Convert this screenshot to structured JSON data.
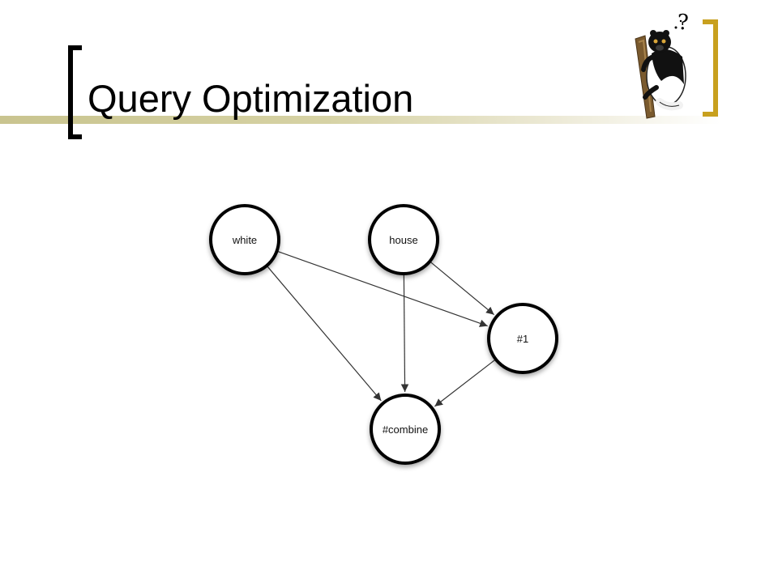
{
  "slide": {
    "title": "Query Optimization"
  },
  "logo": {
    "mark": "?"
  },
  "diagram": {
    "nodes": [
      {
        "id": "white",
        "label": "white"
      },
      {
        "id": "house",
        "label": "house"
      },
      {
        "id": "n1",
        "label": "#1"
      },
      {
        "id": "combine",
        "label": "#combine"
      }
    ],
    "edges": [
      {
        "from": "white",
        "to": "n1"
      },
      {
        "from": "white",
        "to": "combine"
      },
      {
        "from": "house",
        "to": "n1"
      },
      {
        "from": "house",
        "to": "combine"
      },
      {
        "from": "n1",
        "to": "combine"
      }
    ]
  }
}
